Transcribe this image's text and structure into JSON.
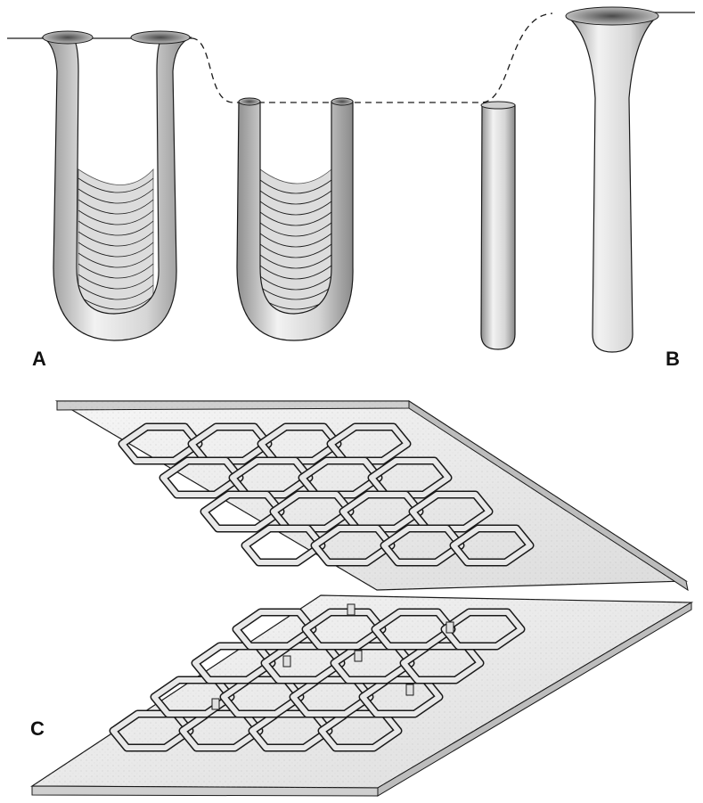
{
  "figure": {
    "labels": {
      "a": "A",
      "b": "B",
      "c": "C"
    },
    "colors": {
      "ink": "#1a1a1a",
      "tube_fill": "#e2e2e2",
      "tube_shade": "#a8a8a8",
      "plate_fill": "#ededed",
      "plate_edge": "#9a9a9a",
      "background": "#ffffff"
    }
  }
}
